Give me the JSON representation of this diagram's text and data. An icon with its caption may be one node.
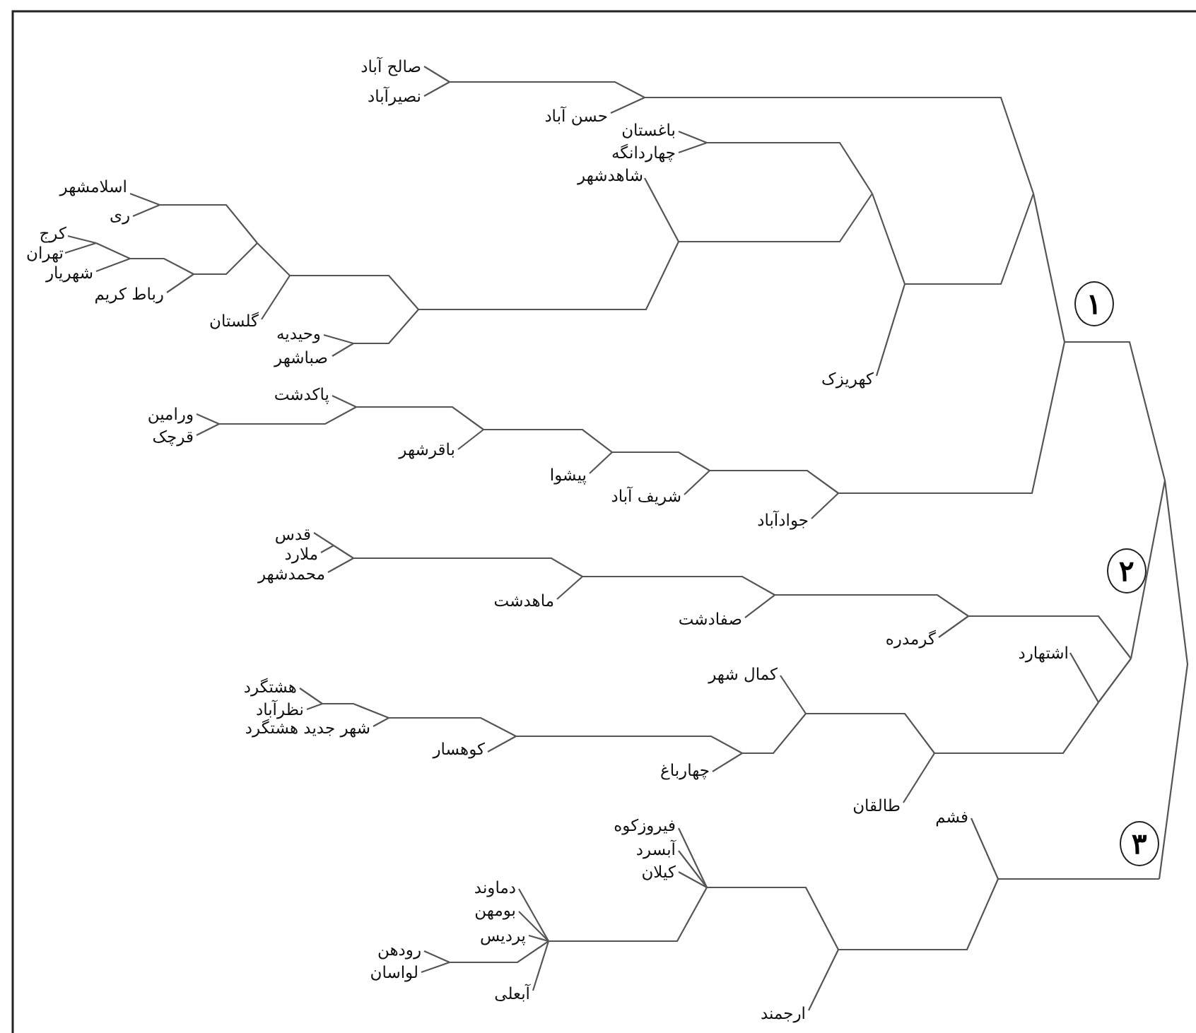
{
  "diagram": {
    "nodes": [
      {
        "text": [
          "۱"
        ]
      },
      {
        "text": [
          "۲"
        ]
      },
      {
        "text": [
          "۳"
        ]
      }
    ],
    "labels": [
      "صالح آباد",
      "نصیرآباد",
      "حسن آباد",
      "باغستان",
      "چهاردانگه",
      "شاهدشهر",
      "اسلامشهر",
      "ری",
      "کرج",
      "تهران",
      "شهریار",
      "رباط کریم",
      "گلستان",
      "وحیدیه",
      "صباشهر",
      "کهریزک",
      "پاکدشت",
      "ورامین",
      "قرچک",
      "باقرشهر",
      "پیشوا",
      "شریف آباد",
      "جوادآباد",
      "قدس",
      "ملارد",
      "محمدشهر",
      "ماهدشت",
      "صفادشت",
      "گرمدره",
      "اشتهارد",
      "کمال شهر",
      "هشتگرد",
      "نظرآباد",
      "شهر جدید هشتگرد",
      "کوهسار",
      "چهارباغ",
      "طالقان",
      "فشم",
      "فیروزکوه",
      "آبسرد",
      "کیلان",
      "دماوند",
      "بومهن",
      "پردیس",
      "رودهن",
      "لواسان",
      "آبعلی",
      "ارجمند"
    ]
  }
}
